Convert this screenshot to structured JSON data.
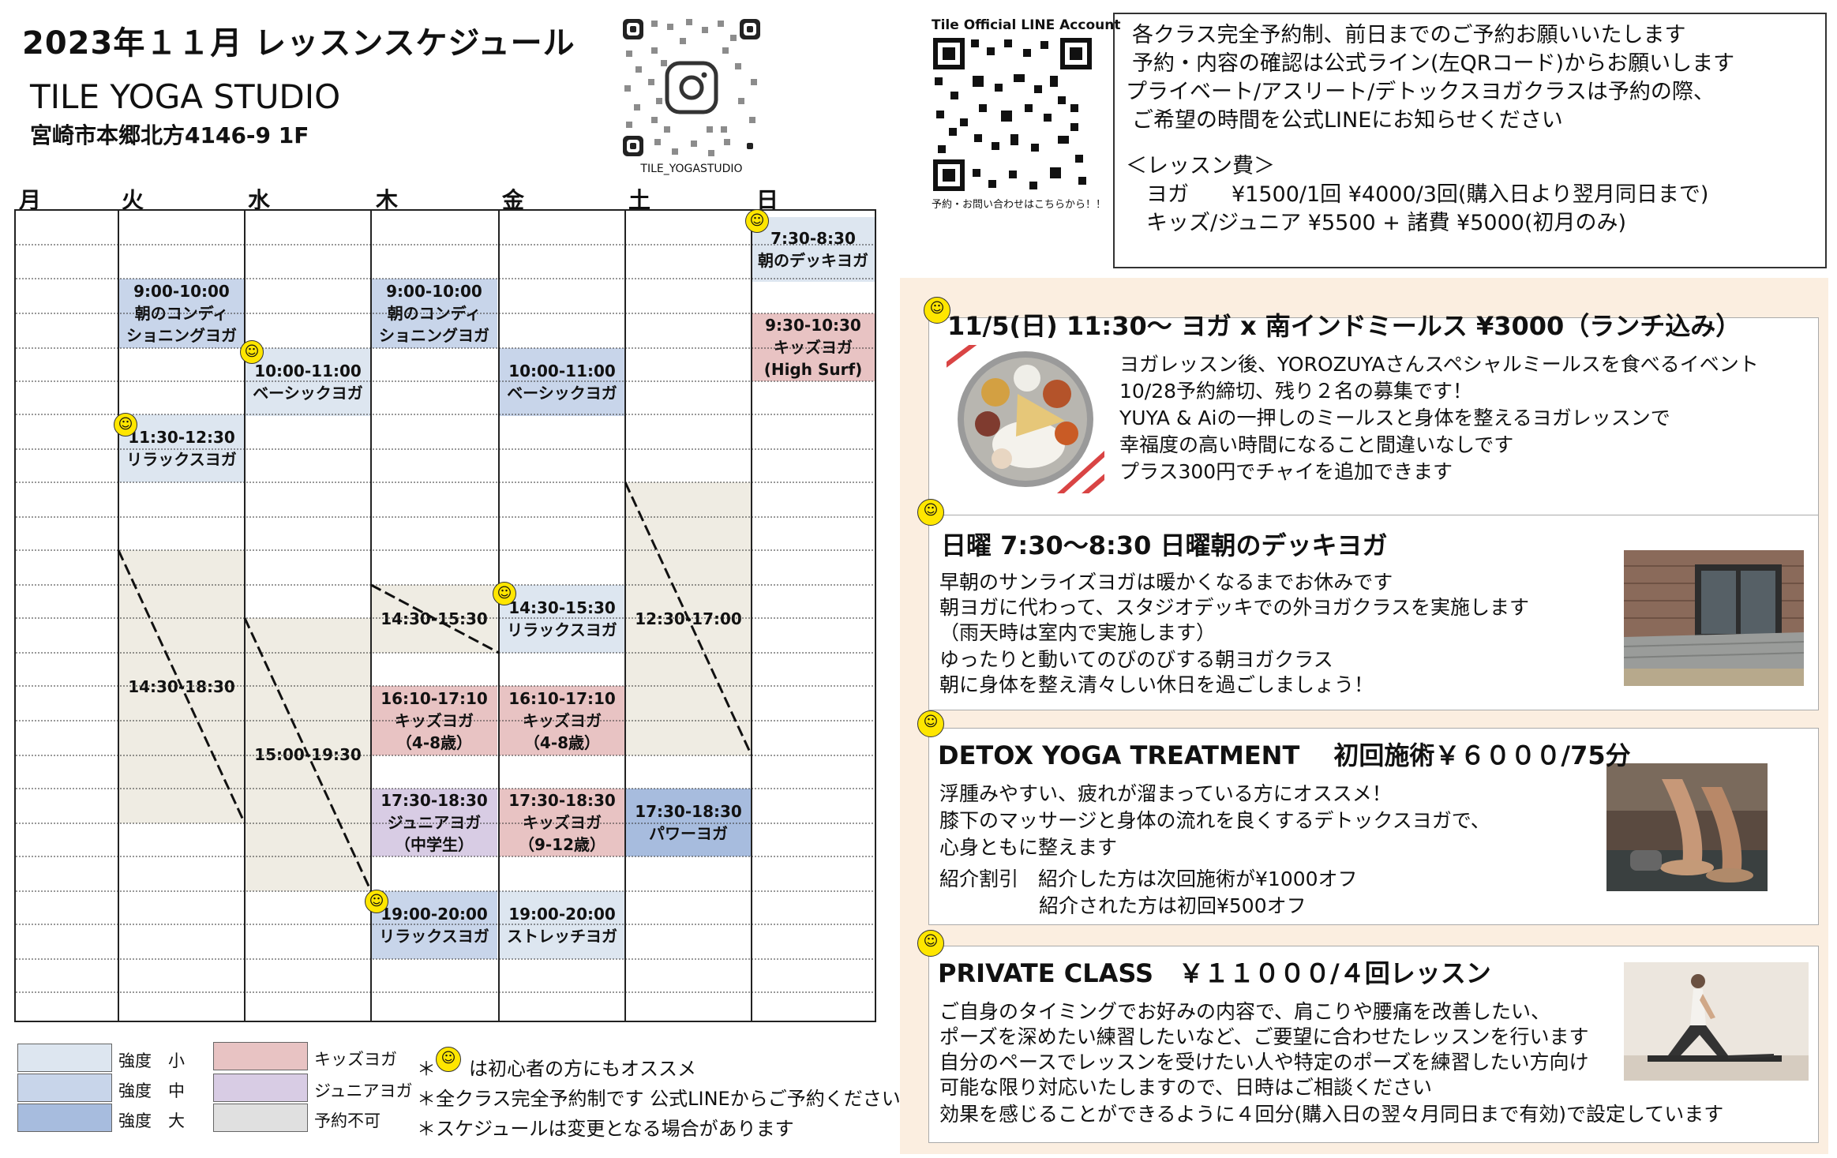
{
  "header": {
    "title": "2023年１１月 レッスンスケジュール",
    "studio": "TILE YOGA STUDIO",
    "address": "宮崎市本郷北方4146-9 1F",
    "instagram_caption": "TILE_YOGASTUDIO",
    "line_qr_title": "Tile Official LINE Account",
    "line_qr_caption": "予約・お問い合わせはこちらから！！"
  },
  "days": [
    "月",
    "火",
    "水",
    "木",
    "金",
    "土",
    "日"
  ],
  "lessons": {
    "sun_morning": {
      "time": "7:30-8:30",
      "name": "朝のデッキヨガ"
    },
    "tue_condition": {
      "time": "9:00-10:00",
      "name1": "朝のコンディ",
      "name2": "ショニングヨガ"
    },
    "thu_condition": {
      "time": "9:00-10:00",
      "name1": "朝のコンディ",
      "name2": "ショニングヨガ"
    },
    "sun_kids": {
      "time": "9:30-10:30",
      "name": "キッズヨガ",
      "note": "(High Surf)"
    },
    "wed_basic": {
      "time": "10:00-11:00",
      "name": "ベーシックヨガ"
    },
    "fri_basic": {
      "time": "10:00-11:00",
      "name": "ベーシックヨガ"
    },
    "tue_relax": {
      "time": "11:30-12:30",
      "name": "リラックスヨガ"
    },
    "sat_closed": {
      "time": "12:30-17:00"
    },
    "tue_closed": {
      "time": "14:30-18:30"
    },
    "wed_closed": {
      "time": "15:00-19:30"
    },
    "thu_closed": {
      "time": "14:30-15:30"
    },
    "fri_relax": {
      "time": "14:30-15:30",
      "name": "リラックスヨガ"
    },
    "thu_kids": {
      "time": "16:10-17:10",
      "name": "キッズヨガ",
      "age": "（4-8歳）"
    },
    "fri_kids": {
      "time": "16:10-17:10",
      "name": "キッズヨガ",
      "age": "（4-8歳）"
    },
    "thu_junior": {
      "time": "17:30-18:30",
      "name": "ジュニアヨガ",
      "age": "（中学生）"
    },
    "fri_kids2": {
      "time": "17:30-18:30",
      "name": "キッズヨガ",
      "age": "（9-12歳）"
    },
    "sat_power": {
      "time": "17:30-18:30",
      "name": "パワーヨガ"
    },
    "thu_relax": {
      "time": "19:00-20:00",
      "name": "リラックスヨガ"
    },
    "fri_stretch": {
      "time": "19:00-20:00",
      "name": "ストレッチヨガ"
    }
  },
  "legend": {
    "light": "強度　小",
    "mid": "強度　中",
    "strong": "強度　大",
    "kids": "キッズヨガ",
    "junior": "ジュニアヨガ",
    "na": "予約不可"
  },
  "notes": {
    "beginner": "は初心者の方にもオススメ",
    "reserve": "＊全クラス完全予約制です 公式LINEからご予約ください",
    "change": "＊スケジュールは変更となる場合があります"
  },
  "info": {
    "line1": "各クラス完全予約制、前日までのご予約お願いいたします",
    "line2": "予約・内容の確認は公式ライン(左QRコード)からお願いします",
    "line3": "プライベート/アスリート/デトックスヨガクラスは予約の際、",
    "line4": "ご希望の時間を公式LINEにお知らせください",
    "fee_title": "＜レッスン費＞",
    "fee1": "ヨガ　　¥1500/1回  ¥4000/3回(購入日より翌月同日まで)",
    "fee2": "キッズ/ジュニア ¥5500 + 諸費 ¥5000(初月のみ)"
  },
  "events": [
    {
      "title": "11/5(日) 11:30〜 ヨガ x 南インドミールス ¥3000（ランチ込み）",
      "lines": [
        "ヨガレッスン後、YOROZUYAさんスペシャルミールスを食べるイベント",
        "10/28予約締切、残り２名の募集です！",
        "YUYA & Aiの一押しのミールスと身体を整えるヨガレッスンで",
        "幸福度の高い時間になること間違いなしです",
        "プラス300円でチャイを追加できます"
      ]
    },
    {
      "title": "日曜 7:30〜8:30 日曜朝のデッキヨガ",
      "lines": [
        "早朝のサンライズヨガは暖かくなるまでお休みです",
        "朝ヨガに代わって、スタジオデッキでの外ヨガクラスを実施します",
        "（雨天時は室内で実施します）",
        "ゆったりと動いてのびのびする朝ヨガクラス",
        "朝に身体を整え清々しい休日を過ごしましょう！"
      ]
    },
    {
      "title": "DETOX YOGA TREATMENT　 初回施術￥６０００/75分",
      "lines": [
        "浮腫みやすい、疲れが溜まっている方にオススメ！",
        "膝下のマッサージと身体の流れを良くするデトックスヨガで、",
        "心身ともに整えます",
        "紹介割引　紹介した方は次回施術が¥1000オフ",
        "紹介された方は初回¥500オフ"
      ]
    },
    {
      "title": "PRIVATE CLASS　￥１１０００/４回レッスン",
      "lines": [
        "ご自身のタイミングでお好みの内容で、肩こりや腰痛を改善したい、",
        "ポーズを深めたい練習したいなど、ご要望に合わせたレッスンを行います",
        "自分のペースでレッスンを受けたい人や特定のポーズを練習したい方向け",
        "可能な限り対応いたしますので、日時はご相談ください",
        "効果を感じることができるように４回分(購入日の翌々月同日まで有効)で設定しています"
      ]
    }
  ],
  "colors": {
    "light": "#dde6f0",
    "mid": "#c8d5ea",
    "strong": "#a7bcde",
    "kids": "#e8c3c3",
    "junior": "#d8cce4",
    "na": "#efece3",
    "panel": "#fbeee0",
    "smiley": "#ffe600"
  }
}
